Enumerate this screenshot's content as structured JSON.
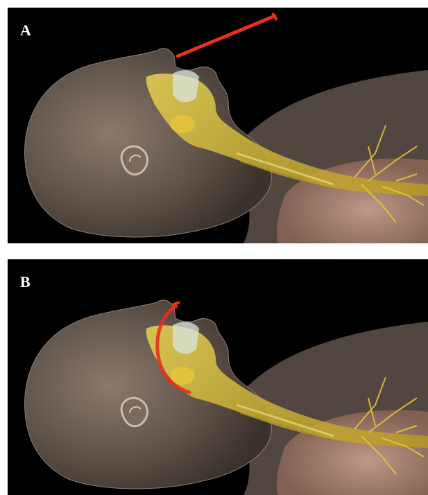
{
  "panels": [
    {
      "label": "A",
      "catheter_position": "outside-nostril"
    },
    {
      "label": "B",
      "catheter_position": "inserted-nasal-passage"
    }
  ],
  "colors": {
    "background": "#000000",
    "skin": "#6b5e54",
    "airway": "#d9c23a",
    "lung": "#b89080",
    "catheter": "#e8301e"
  }
}
